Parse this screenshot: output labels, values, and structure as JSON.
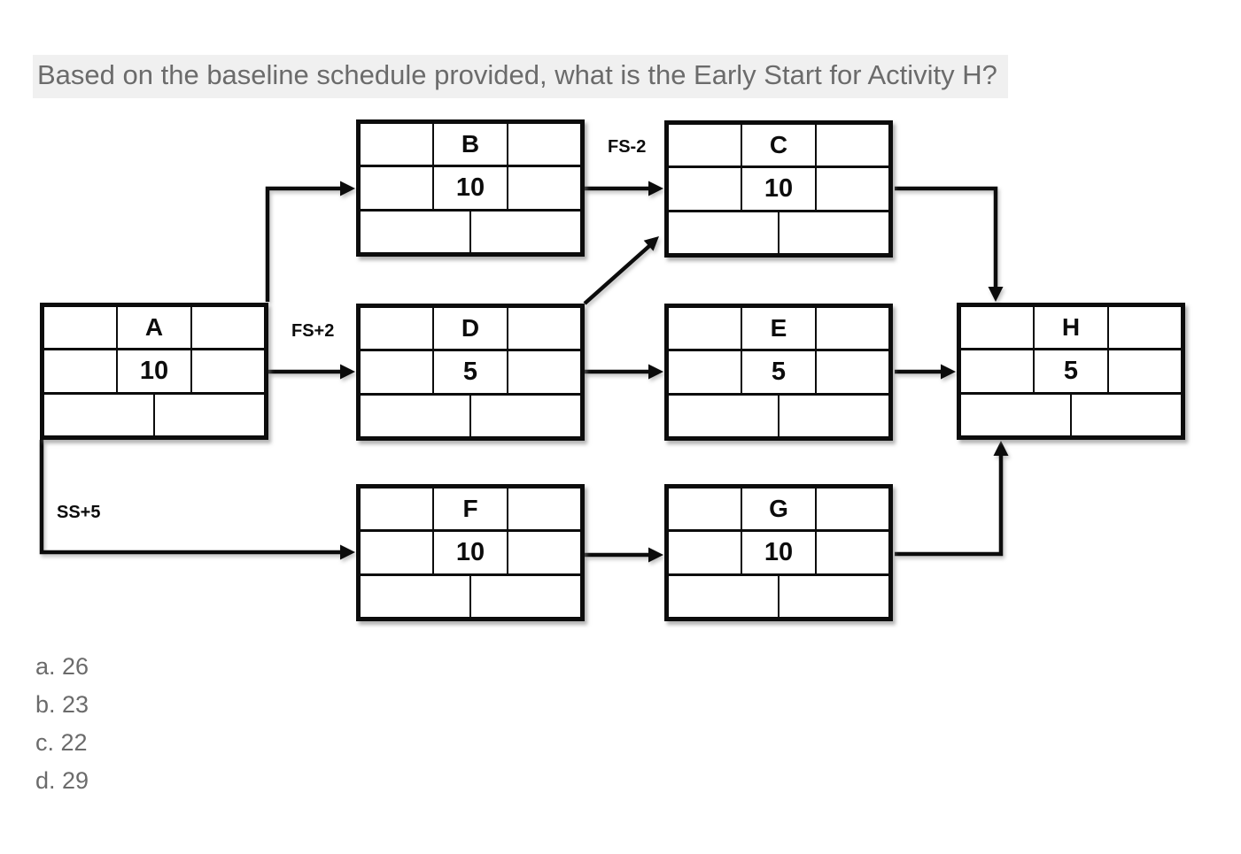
{
  "question": {
    "text": "Based on the baseline schedule provided, what is the Early Start for Activity H?"
  },
  "diagram": {
    "type": "precedence-network",
    "activities": [
      {
        "letter": "A",
        "duration": "10"
      },
      {
        "letter": "B",
        "duration": "10"
      },
      {
        "letter": "C",
        "duration": "10"
      },
      {
        "letter": "D",
        "duration": "5"
      },
      {
        "letter": "E",
        "duration": "5"
      },
      {
        "letter": "F",
        "duration": "10"
      },
      {
        "letter": "G",
        "duration": "10"
      },
      {
        "letter": "H",
        "duration": "5"
      }
    ],
    "edges": [
      {
        "from": "A",
        "to": "B",
        "label": ""
      },
      {
        "from": "A",
        "to": "D",
        "label": "FS+2"
      },
      {
        "from": "A",
        "to": "F",
        "label": "SS+5"
      },
      {
        "from": "B",
        "to": "C",
        "label": "FS-2"
      },
      {
        "from": "D",
        "to": "C",
        "label": ""
      },
      {
        "from": "D",
        "to": "E",
        "label": ""
      },
      {
        "from": "E",
        "to": "H",
        "label": ""
      },
      {
        "from": "F",
        "to": "G",
        "label": ""
      },
      {
        "from": "G",
        "to": "H",
        "label": ""
      },
      {
        "from": "C",
        "to": "H",
        "label": ""
      }
    ]
  },
  "answers": [
    "a. 26",
    "b. 23",
    "c. 22",
    "d. 29"
  ],
  "colors": {
    "line": "#0c0c0c",
    "question_text": "#6b6b6b",
    "question_highlight": "#f0f0f0",
    "answer_text": "#6b6b6b",
    "background": "#ffffff"
  }
}
